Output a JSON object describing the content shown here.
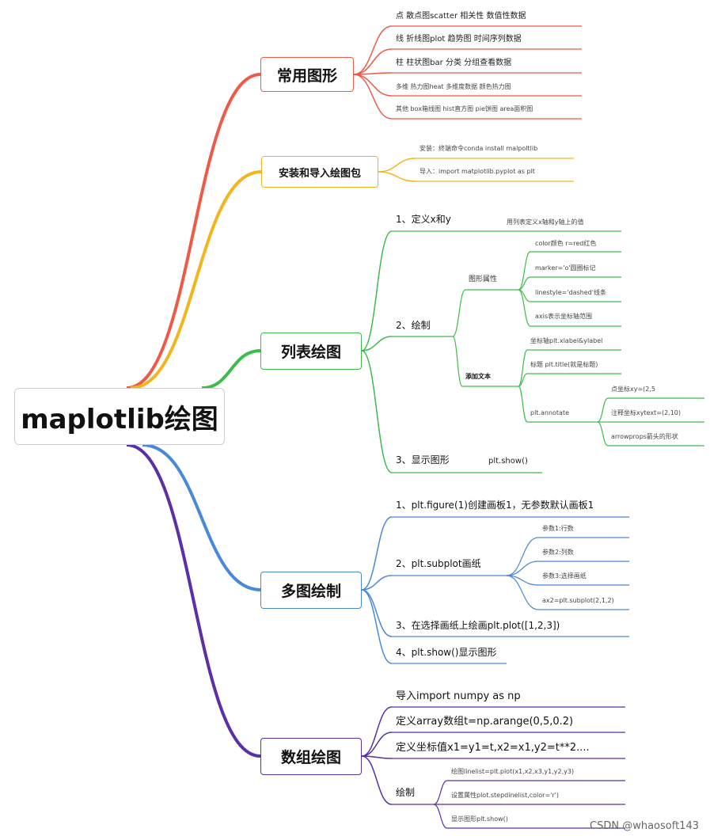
{
  "colors": {
    "red": "#ee5a47",
    "orange": "#f2b61c",
    "green": "#3dbb4c",
    "blue": "#4a88d8",
    "purple": "#5a2fa8"
  },
  "root": {
    "title": "maplotlib绘图"
  },
  "branches": {
    "common": {
      "title": "常用图形",
      "items": [
        "点 散点图scatter  相关性 数值性数据",
        "线 折线图plot 趋势图 时间序列数据",
        "柱 柱状图bar  分类   分组查看数据",
        "多维 热力图heat  多维度数据 颜色热力图",
        "其他 box箱线图 hist直方图 pie饼图 area面积图"
      ]
    },
    "install": {
      "title": "安装和导入绘图包",
      "items": [
        "安装：终端命令conda install malpoltlib",
        "导入：import matplotlib.pyplot as plt"
      ]
    },
    "list": {
      "title": "列表绘图",
      "step1": {
        "label": "1、定义x和y",
        "note": "用列表定义x轴和y轴上的值"
      },
      "step2": {
        "label": "2、绘制",
        "props": {
          "label": "图形属性",
          "items": [
            "color颜色 r=red红色",
            "marker='o'圆圈标记",
            "linestyle='dashed'线条",
            "axis表示坐标轴范围"
          ]
        },
        "text": {
          "label": "添加文本",
          "items": [
            "坐标轴plt.xlabel&ylabel",
            "标题 plt.title(就是标题)"
          ],
          "annotate": {
            "label": "plt.annotate",
            "items": [
              "点坐标xy=(2,5",
              "注释坐标xytext=(2,10)",
              "arrowprops箭头的形状"
            ]
          }
        }
      },
      "step3": {
        "label": "3、显示图形",
        "note": "plt.show()"
      }
    },
    "multi": {
      "title": "多图绘制",
      "step1": "1、plt.figure(1)创建画板1，无参数默认画板1",
      "step2": {
        "label": "2、plt.subplot画纸",
        "items": [
          "参数1:行数",
          "参数2:列数",
          "参数3:选择画纸",
          "ax2=plt.subplot(2,1,2)"
        ]
      },
      "step3": "3、在选择画纸上绘画plt.plot([1,2,3])",
      "step4": "4、plt.show()显示图形"
    },
    "array": {
      "title": "数组绘图",
      "items": [
        "导入import numpy as np",
        "定义array数组t=np.arange(0,5,0.2)",
        "定义坐标值x1=y1=t,x2=x1,y2=t**2...."
      ],
      "draw": {
        "label": "绘制",
        "items": [
          "绘图linelist=plt.plot(x1,x2,x3,y1,y2,y3)",
          "设置属性plot.stepdinelist,color='r')",
          "显示图形plt.show()"
        ]
      }
    }
  },
  "watermark": "CSDN @whaosoft143"
}
